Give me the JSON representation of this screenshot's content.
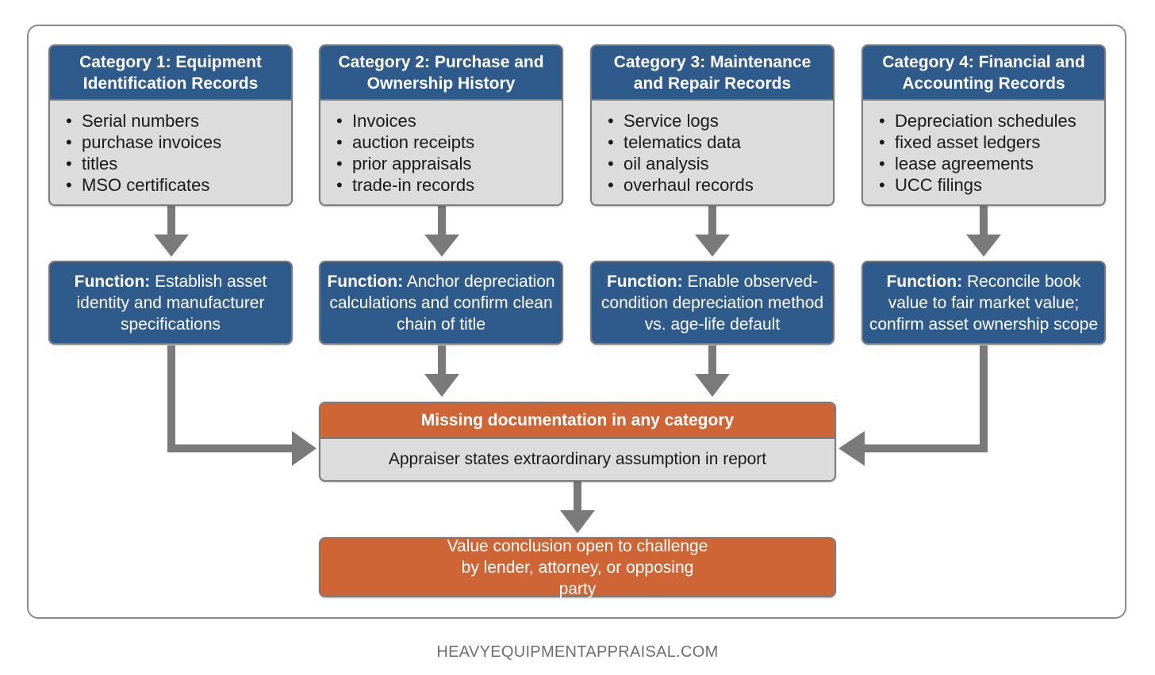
{
  "colors": {
    "header_blue": "#2f5a8c",
    "accent_orange": "#cf6535",
    "body_gray": "#dcdcdc",
    "arrow_gray": "#7a7a7a"
  },
  "categories": [
    {
      "title": "Category 1: Equipment Identification Records",
      "items": [
        "Serial numbers",
        "purchase invoices",
        "titles",
        "MSO certificates"
      ],
      "function_label": "Function:",
      "function_text": "Establish asset identity and manufacturer specifications"
    },
    {
      "title": "Category 2: Purchase and Ownership History",
      "items": [
        "Invoices",
        "auction receipts",
        "prior appraisals",
        "trade-in records"
      ],
      "function_label": "Function:",
      "function_text": "Anchor depreciation calculations and confirm clean chain of title"
    },
    {
      "title": "Category 3: Maintenance and Repair Records",
      "items": [
        "Service logs",
        "telematics data",
        "oil analysis",
        "overhaul records"
      ],
      "function_label": "Function:",
      "function_text": "Enable observed-condition depreciation method vs. age-life default"
    },
    {
      "title": "Category 4: Financial and Accounting Records",
      "items": [
        "Depreciation schedules",
        "fixed asset ledgers",
        "lease agreements",
        "UCC filings"
      ],
      "function_label": "Function:",
      "function_text": "Reconcile book value to fair market value; confirm asset ownership scope"
    }
  ],
  "missing": {
    "title": "Missing documentation in any category",
    "body": "Appraiser states extraordinary assumption in report"
  },
  "outcome": {
    "text": "Value conclusion open to challenge by lender, attorney, or opposing party"
  },
  "footer": {
    "site": "HEAVYEQUIPMENTAPPRAISAL.COM"
  }
}
